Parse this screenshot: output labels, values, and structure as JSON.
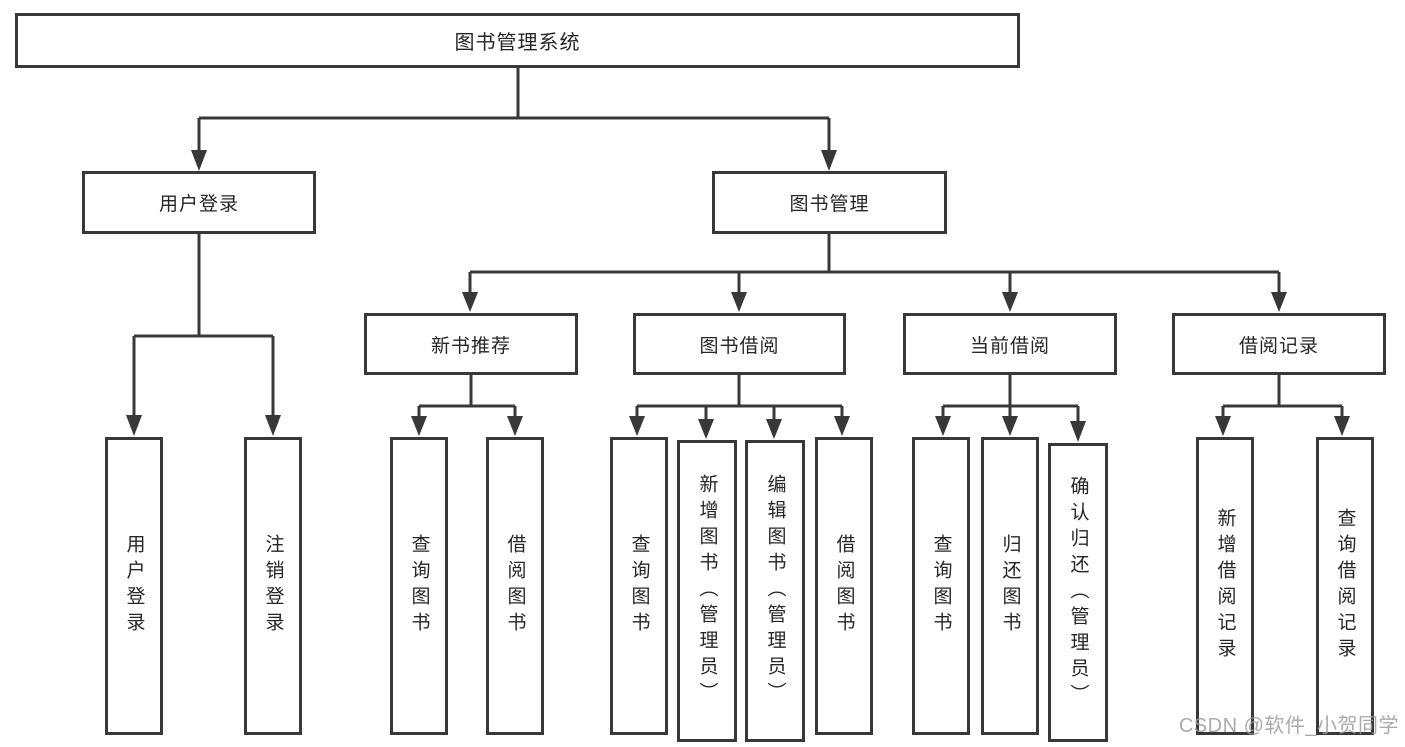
{
  "diagram": {
    "root": {
      "label": "图书管理系统",
      "children": [
        {
          "label": "用户登录",
          "children": [
            {
              "label": "用户登录"
            },
            {
              "label": "注销登录"
            }
          ]
        },
        {
          "label": "图书管理",
          "children": [
            {
              "label": "新书推荐",
              "children": [
                {
                  "label": "查询图书"
                },
                {
                  "label": "借阅图书"
                }
              ]
            },
            {
              "label": "图书借阅",
              "children": [
                {
                  "label": "查询图书"
                },
                {
                  "label": "新增图书（管理员）"
                },
                {
                  "label": "编辑图书（管理员）"
                },
                {
                  "label": "借阅图书"
                }
              ]
            },
            {
              "label": "当前借阅",
              "children": [
                {
                  "label": "查询图书"
                },
                {
                  "label": "归还图书"
                },
                {
                  "label": "确认归还（管理员）"
                }
              ]
            },
            {
              "label": "借阅记录",
              "children": [
                {
                  "label": "新增借阅记录"
                },
                {
                  "label": "查询借阅记录"
                }
              ]
            }
          ]
        }
      ]
    }
  },
  "watermark": {
    "text": "CSDN @软件_小贺同学"
  },
  "colors": {
    "line": "#383838",
    "box_border": "#383838",
    "box_fill": "#ffffff",
    "text": "#262626",
    "watermark": "#9c9c9c",
    "background": "#ffffff"
  }
}
